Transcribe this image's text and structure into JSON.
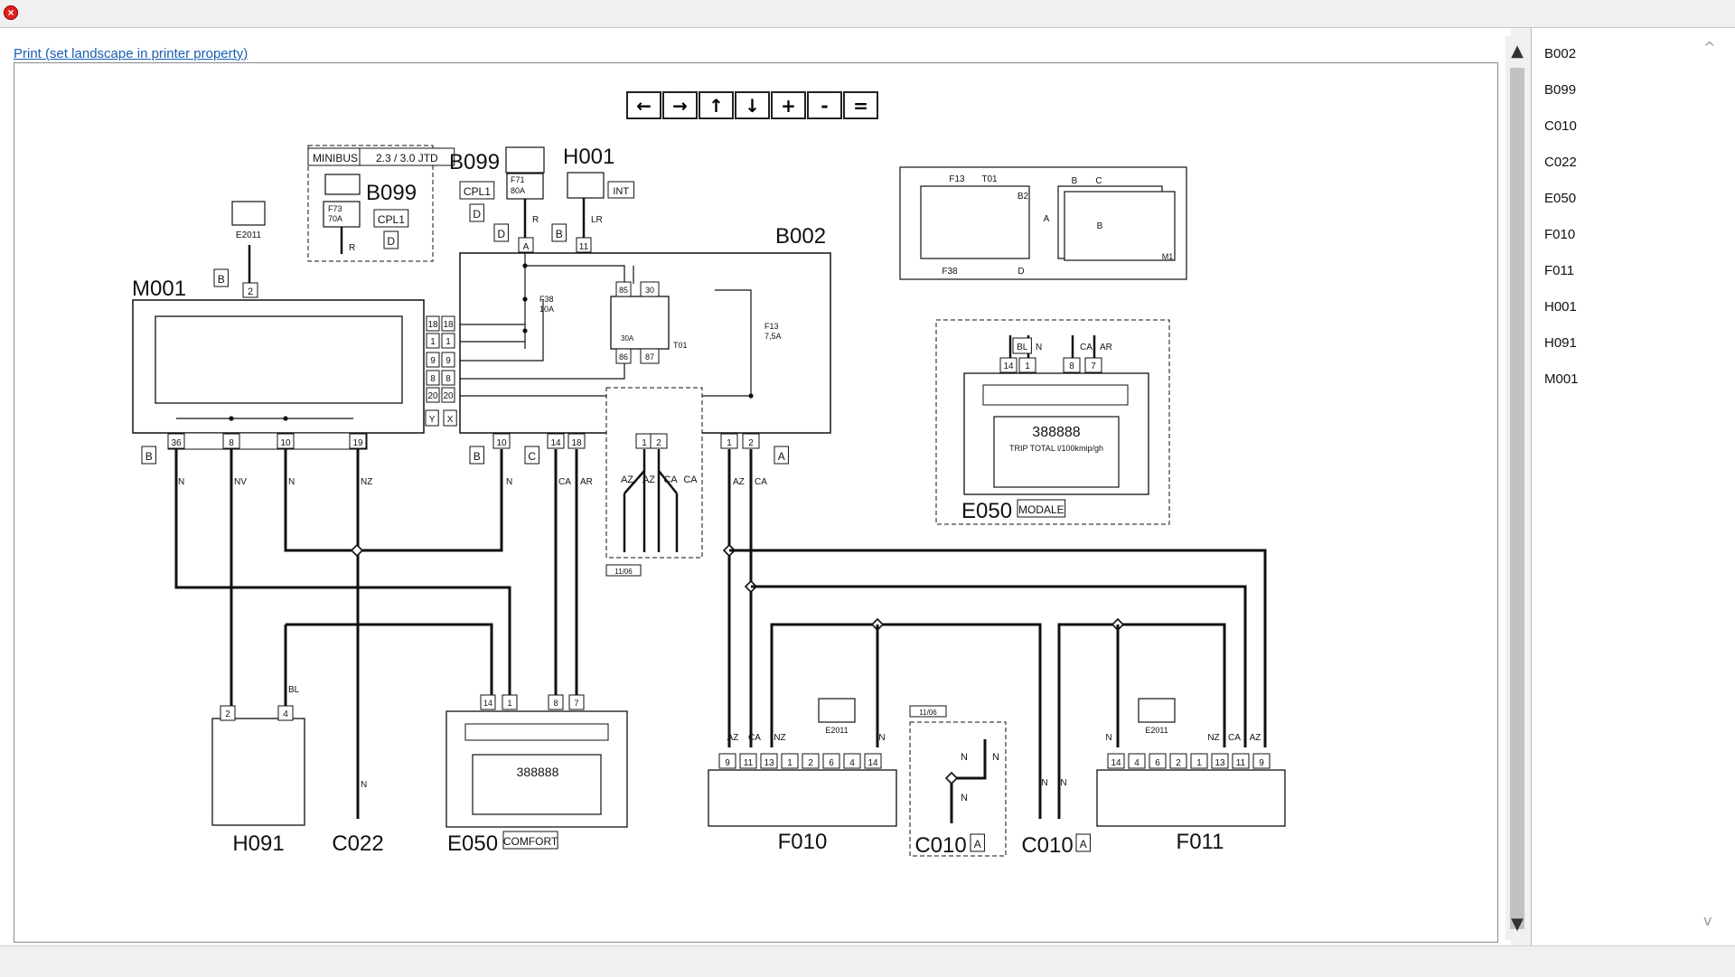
{
  "window": {
    "close_glyph": "×"
  },
  "print_link": "Print (set landscape in printer property)",
  "toolbar": {
    "buttons": [
      "←",
      "→",
      "↑",
      "↓",
      "+",
      "-",
      "="
    ]
  },
  "scroll": {
    "up": "▲",
    "down": "▼"
  },
  "sidebar": {
    "items": [
      "B002",
      "B099",
      "C010",
      "C022",
      "E050",
      "F010",
      "F011",
      "H001",
      "H091",
      "M001"
    ],
    "up_arrow": "^",
    "down_arrow": "v"
  },
  "diagram": {
    "components": {
      "m001": "M001",
      "b002": "B002",
      "b099_left": "B099",
      "b099_top": "B099",
      "h001": "H001",
      "h091": "H091",
      "c022": "C022",
      "e050_left": "E050",
      "e050_right": "E050",
      "f010": "F010",
      "f011": "F011",
      "c010_a": "C010",
      "c010_b": "C010"
    },
    "badges": {
      "minibus": "MINIBUS",
      "engine": "2.3 / 3.0 JTD",
      "cpl1": "CPL1",
      "int": "INT",
      "comfort": "COMFORT",
      "modale": "MODALE",
      "date": "11/06"
    },
    "fuses": {
      "f38": "F38",
      "f38_a": "10A",
      "f13": "F13",
      "f13_a": "7,5A",
      "f71": "F71",
      "f71_a": "80A",
      "f73": "F73",
      "f73_a": "70A",
      "t01": "T01",
      "relay_30a": "30A"
    },
    "lcd": {
      "trip": "TRIP TOTAL  l/100kmip/gh",
      "digits": "388888"
    },
    "loc_labels": {
      "f13": "F13",
      "t01": "T01",
      "b2": "B2",
      "f38": "F38",
      "a": "A",
      "d": "D",
      "b": "B",
      "c": "C",
      "m1": "M1"
    },
    "e2011": "E2011"
  },
  "colors": {
    "link": "#1a5fb4",
    "close": "#e02020",
    "line": "#111111"
  }
}
